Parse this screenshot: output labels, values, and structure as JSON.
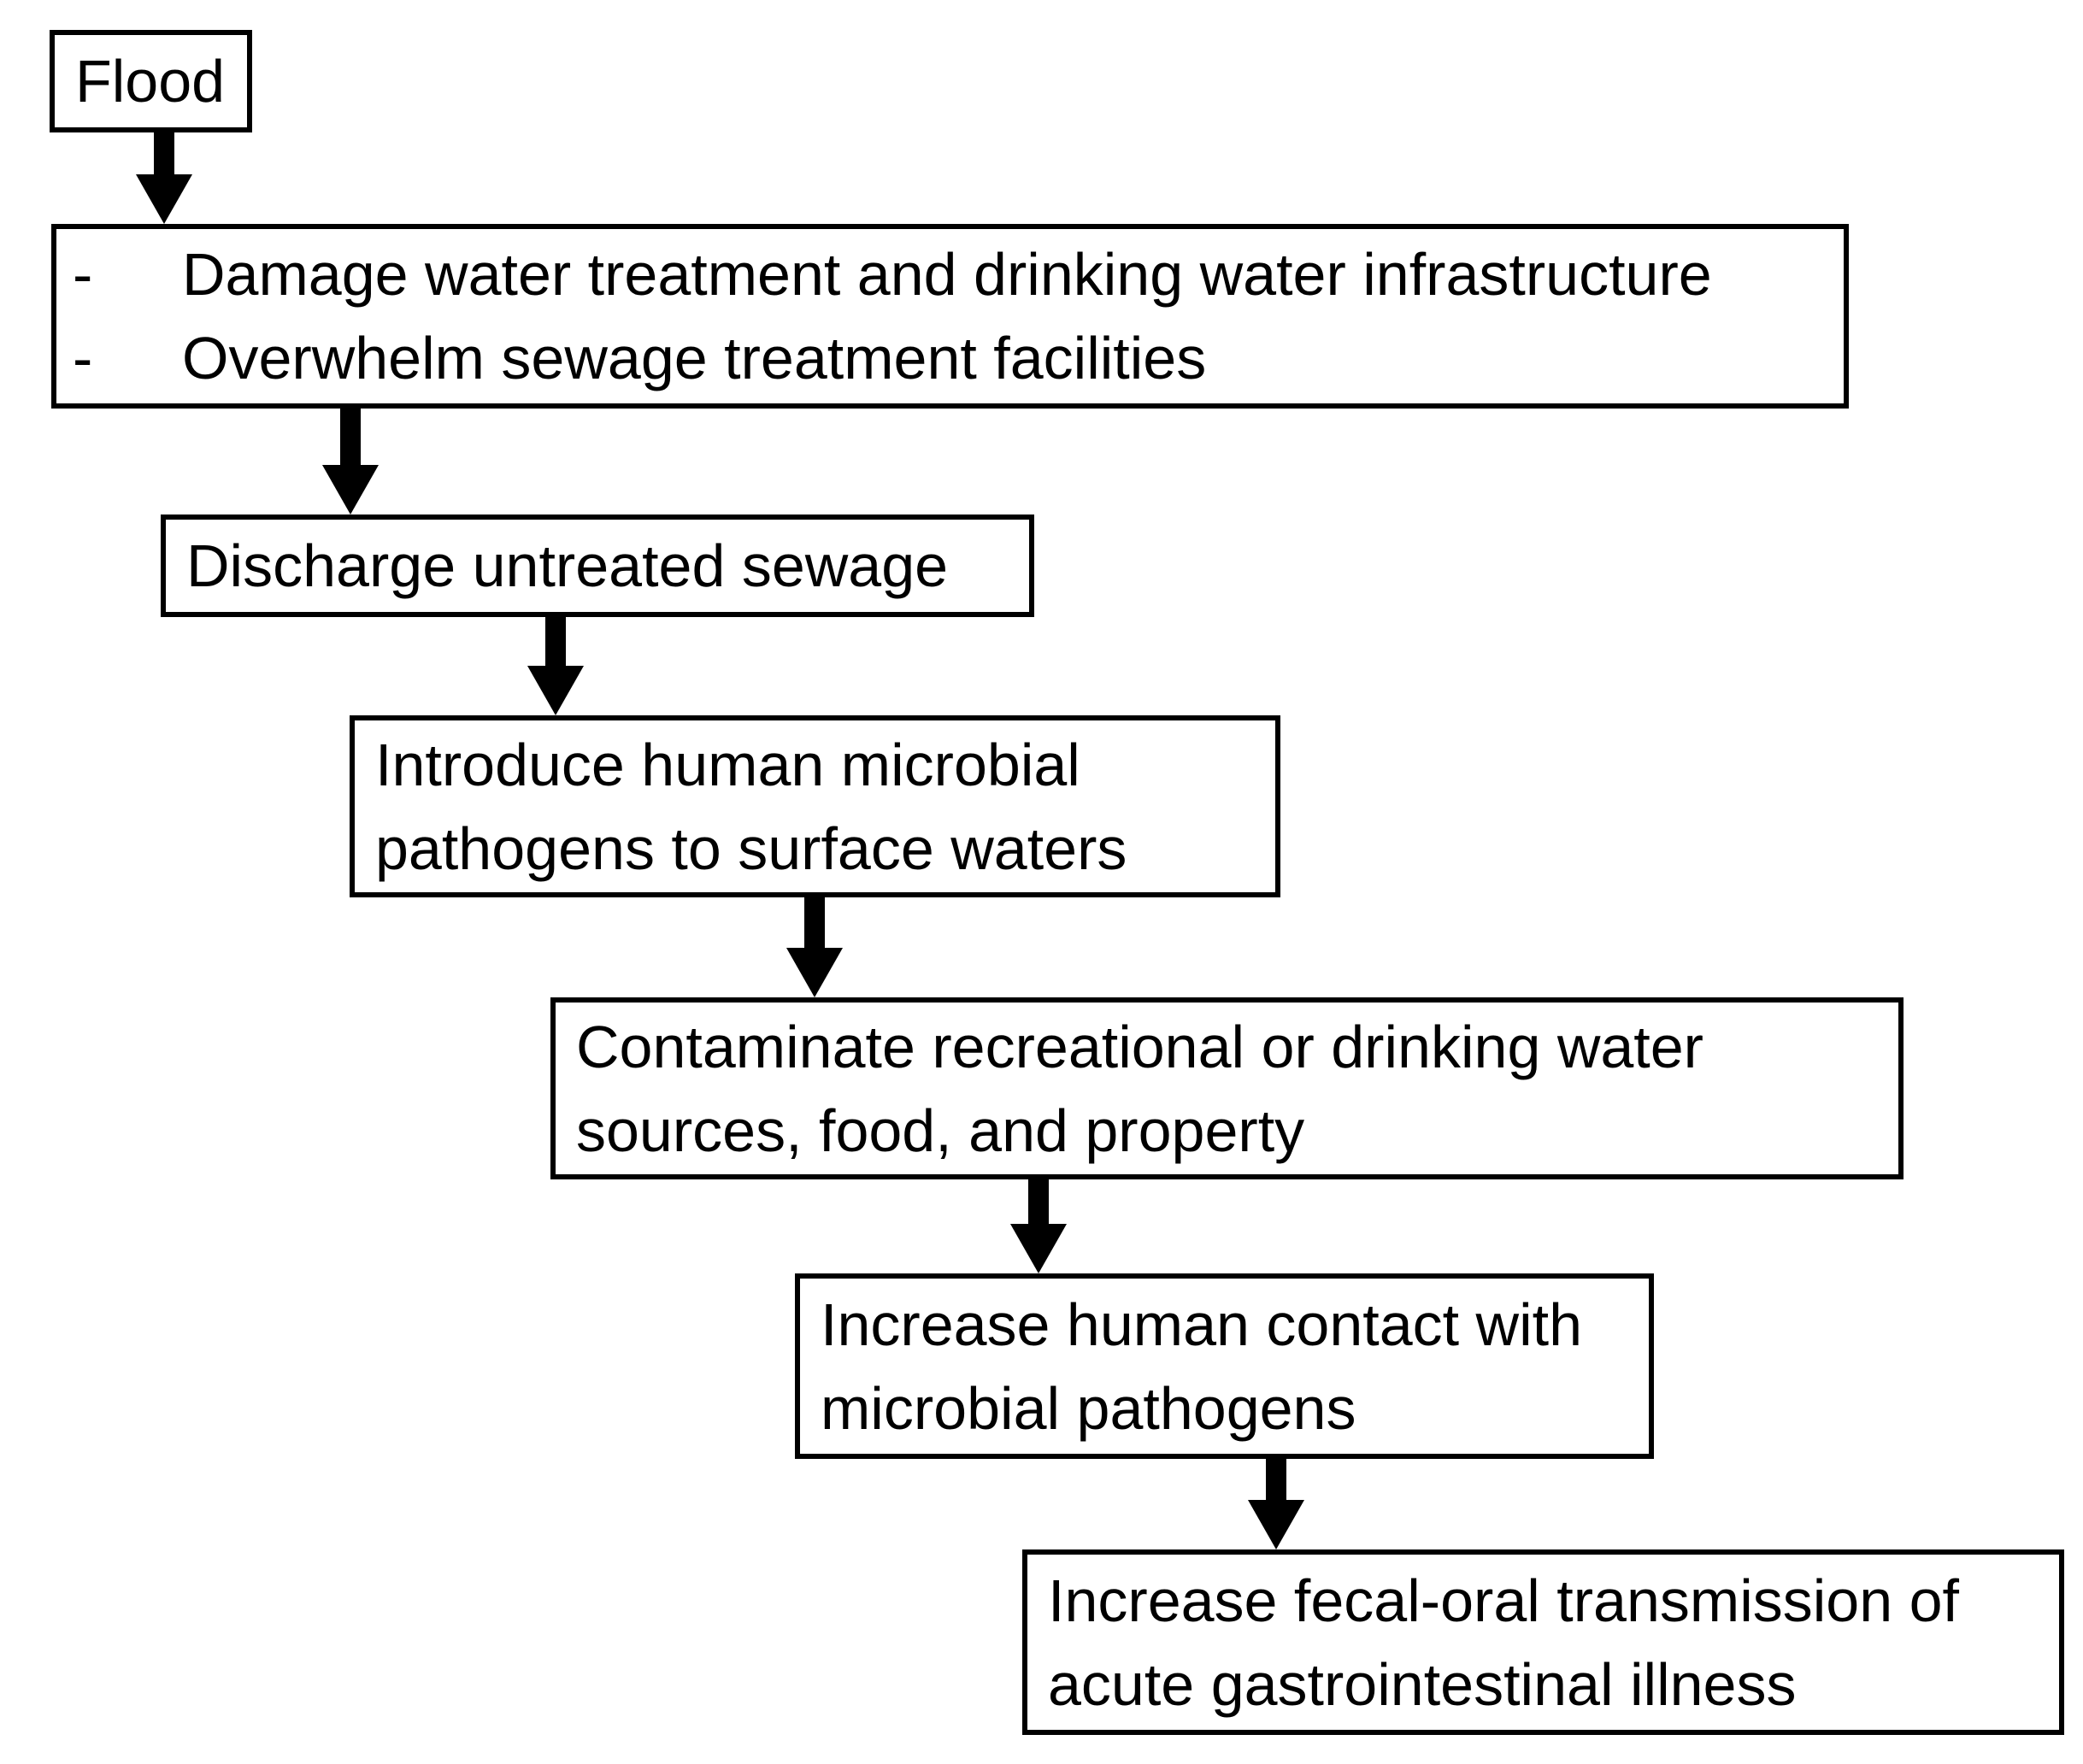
{
  "diagram": {
    "type": "flowchart",
    "bullet_char": "-",
    "nodes": [
      {
        "id": "flood",
        "label": "Flood"
      },
      {
        "id": "flood-impacts",
        "bullets": [
          "Damage water treatment and drinking water infrastructure",
          "Overwhelm sewage treatment facilities"
        ]
      },
      {
        "id": "discharge-sewage",
        "label": "Discharge untreated sewage"
      },
      {
        "id": "introduce-pathogens",
        "label": "Introduce human microbial pathogens to surface waters"
      },
      {
        "id": "contaminate-sources",
        "label": "Contaminate recreational or drinking water sources, food, and property"
      },
      {
        "id": "human-contact",
        "label": "Increase human contact with microbial pathogens"
      },
      {
        "id": "fecal-oral-transmission",
        "label": "Increase fecal-oral transmission of acute gastrointestinal illness"
      }
    ],
    "edges": [
      {
        "from": "flood",
        "to": "flood-impacts"
      },
      {
        "from": "flood-impacts",
        "to": "discharge-sewage"
      },
      {
        "from": "discharge-sewage",
        "to": "introduce-pathogens"
      },
      {
        "from": "introduce-pathogens",
        "to": "contaminate-sources"
      },
      {
        "from": "contaminate-sources",
        "to": "human-contact"
      },
      {
        "from": "human-contact",
        "to": "fecal-oral-transmission"
      }
    ],
    "colors": {
      "background": "#ffffff",
      "box_fill": "#ffffff",
      "box_border": "#000000",
      "arrow": "#000000",
      "text": "#000000"
    }
  }
}
